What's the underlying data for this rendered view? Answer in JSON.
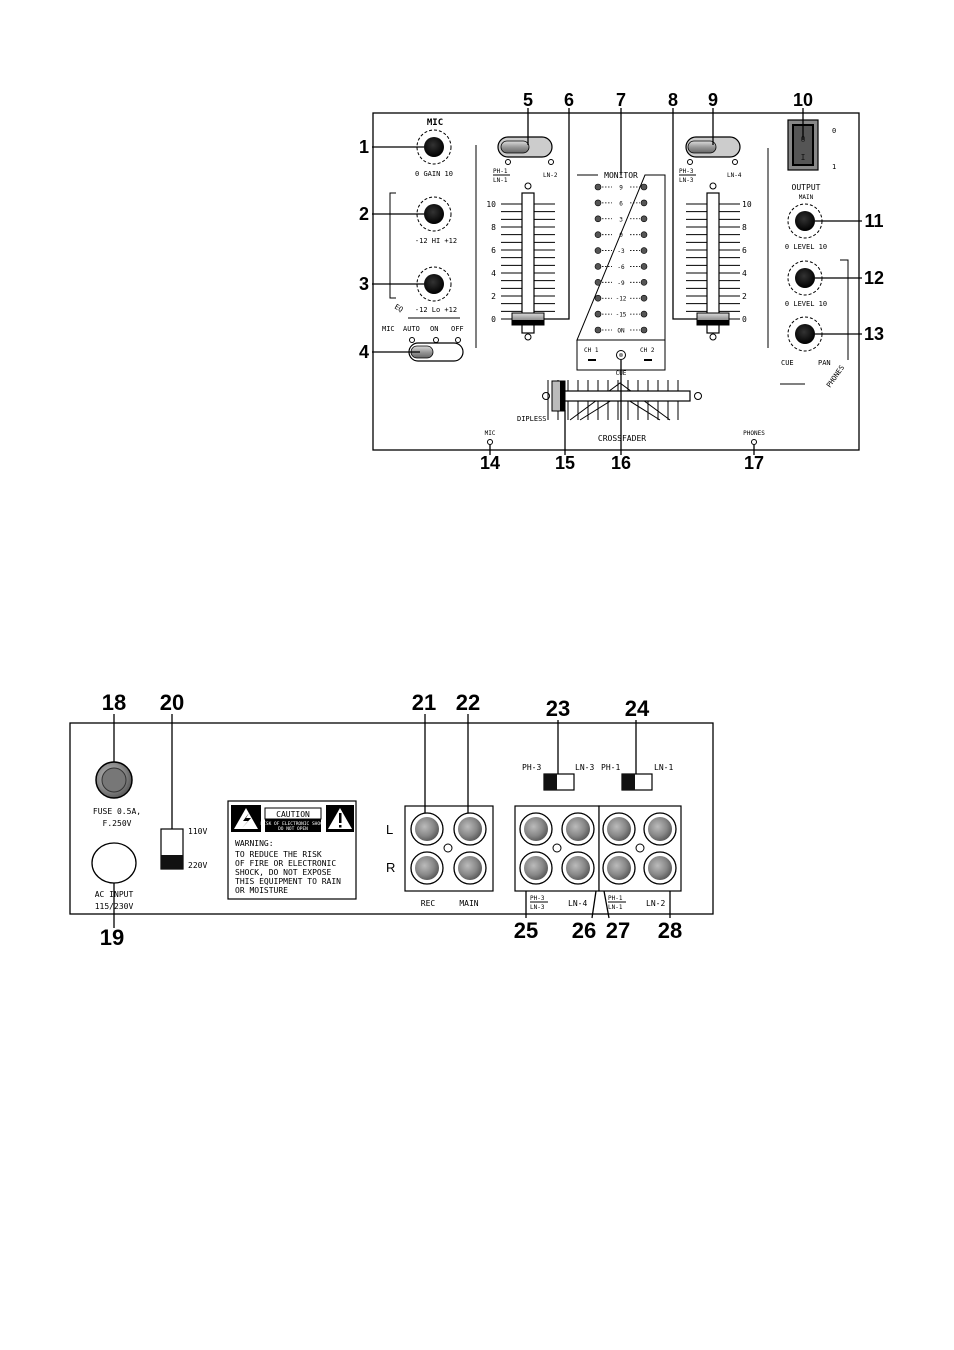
{
  "front_panel": {
    "callouts": [
      "1",
      "2",
      "3",
      "4",
      "5",
      "6",
      "7",
      "8",
      "9",
      "10",
      "11",
      "12",
      "13",
      "14",
      "15",
      "16",
      "17"
    ],
    "mic_title": "MIC",
    "gain_scale": "0 GAIN 10",
    "hi_scale": "-12 HI +12",
    "lo_scale": "-12 Lo +12",
    "eq_label": "EQ",
    "mic_switch": {
      "mic": "MIC",
      "auto": "AUTO",
      "on": "ON",
      "off": "OFF"
    },
    "ch1_switch": {
      "left": "PH-1",
      "left_sub": "LN-1",
      "right": "LN-2"
    },
    "ch2_switch": {
      "left": "PH-3",
      "left_sub": "LN-3",
      "right": "LN-4"
    },
    "fader_scale": [
      "10",
      "8",
      "6",
      "4",
      "2",
      "0"
    ],
    "monitor": {
      "title": "MONITOR",
      "levels": [
        "9",
        "6",
        "3",
        "0",
        "-3",
        "-6",
        "-9",
        "-12",
        "-15",
        "ON"
      ],
      "ch1": "CH 1",
      "ch2": "CH 2",
      "cue": "CUE"
    },
    "power": {
      "off": "0",
      "on": "1",
      "mark_off": "O",
      "mark_on": "I"
    },
    "output_title": "OUTPUT",
    "main_label": "MAIN",
    "level_scale": "0 LEVEL 10",
    "cue": "CUE",
    "pan": "PAN",
    "phones_title": "PHONES",
    "dipless": "DIPLESS",
    "crossfader": "CROSSFADER",
    "mic_jack": "MIC",
    "phones_jack": "PHONES"
  },
  "rear_panel": {
    "callouts": [
      "18",
      "19",
      "20",
      "21",
      "22",
      "23",
      "24",
      "25",
      "26",
      "27",
      "28"
    ],
    "fuse": "FUSE 0.5A,",
    "fuse_rating": "F.250V",
    "ac_input": "AC INPUT",
    "ac_voltage": "115/230V",
    "v110": "110V",
    "v220": "220V",
    "caution_title": "CAUTION",
    "caution_sub1": "RISK OF ELECTRONIC SHOCK",
    "caution_sub2": "DO NOT OPEN",
    "warning_title": "WARNING:",
    "warning_lines": [
      "TO REDUCE THE RISK",
      "OF FIRE OR ELECTRONIC",
      "SHOCK, DO NOT EXPOSE",
      "THIS EQUIPMENT TO RAIN",
      "OR MOISTURE"
    ],
    "l": "L",
    "r": "R",
    "rec": "REC",
    "main": "MAIN",
    "switch_23": {
      "left": "PH-3",
      "right": "LN-3"
    },
    "switch_24": {
      "left": "PH-1",
      "right": "LN-1"
    },
    "in_34": {
      "top": "PH-3",
      "bottom": "LN-3",
      "right": "LN-4"
    },
    "in_12": {
      "top": "PH-1",
      "bottom": "LN-1",
      "right": "LN-2"
    }
  }
}
